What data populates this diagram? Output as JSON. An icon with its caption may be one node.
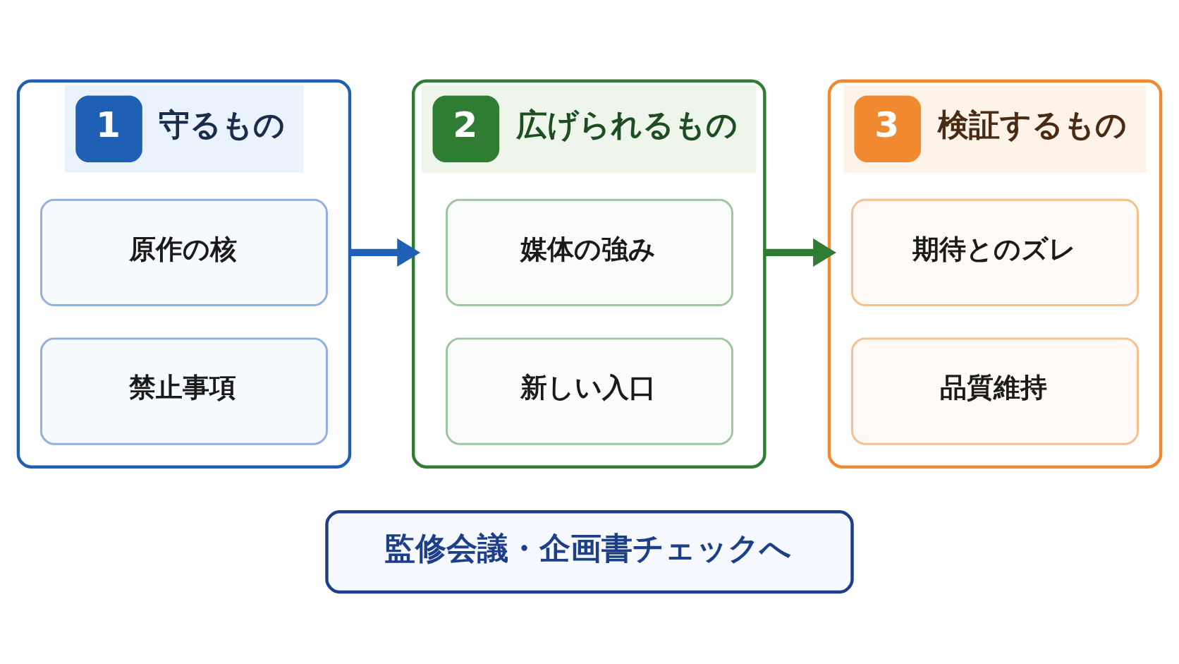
{
  "diagram": {
    "nodes": [
      {
        "text": [
          "1",
          "守るもの"
        ]
      },
      {
        "text": [
          "原作の核"
        ],
        "in": 0
      },
      {
        "text": [
          "禁止事項"
        ],
        "in": 0
      },
      {
        "text": [
          "2",
          "広げられるもの"
        ]
      },
      {
        "text": [
          "媒体の強み"
        ],
        "in": 3
      },
      {
        "text": [
          "新しい入口"
        ],
        "in": 3
      },
      {
        "text": [
          "3",
          "検証するもの"
        ]
      },
      {
        "text": [
          "期待とのズレ"
        ],
        "in": 6
      },
      {
        "text": [
          "品質維持"
        ],
        "in": 6
      },
      {
        "text": [
          "監修会議・企画書チェックへ"
        ]
      }
    ],
    "edges": [
      {
        "from": 0,
        "to": 3,
        "arrow": "to",
        "color": "#1f5fb4"
      },
      {
        "from": 3,
        "to": 6,
        "arrow": "to",
        "color": "#2e7d32"
      }
    ]
  }
}
